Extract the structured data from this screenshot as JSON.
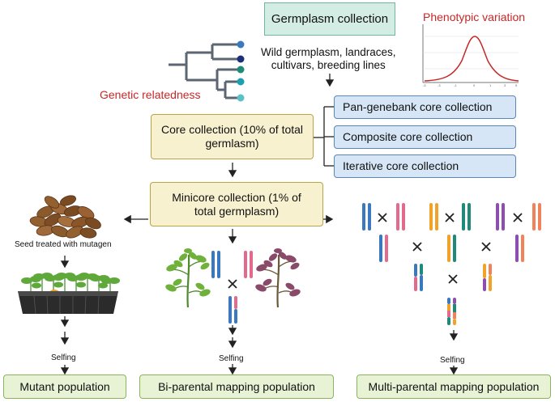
{
  "top": {
    "germplasm_collection": "Germplasm collection",
    "phenotypic_variation": "Phenotypic variation",
    "germplasm_types_line1": "Wild germplasm, landraces,",
    "germplasm_types_line2": "cultivars, breeding lines",
    "genetic_relatedness": "Genetic relatedness"
  },
  "core": {
    "core_line1": "Core collection (10% of total",
    "core_line2": "germlasm)",
    "pan_genebank": "Pan-genebank core collection",
    "composite": "Composite core collection",
    "iterative": "Iterative core collection",
    "minicore_line1": "Minicore collection (1% of",
    "minicore_line2": "total germplasm)"
  },
  "left": {
    "seed_treated": "Seed treated with mutagen",
    "selfing": "Selfing",
    "population": "Mutant population"
  },
  "middle": {
    "selfing": "Selfing",
    "population": "Bi-parental mapping population"
  },
  "right": {
    "selfing": "Selfing",
    "population": "Multi-parental mapping population"
  },
  "colors": {
    "teal_box": "#d3ede5",
    "yellow_box": "#f7f1cf",
    "blue_box": "#d6e6f6",
    "green_box": "#e8f3d6",
    "red_text": "#c62828",
    "chrom_blue": "#3a78c0",
    "chrom_pink": "#e36a8c",
    "chrom_teal": "#1f8a7a",
    "chrom_orange": "#f0a328",
    "chrom_purple": "#8c4fb0",
    "chrom_coral": "#f08458"
  }
}
